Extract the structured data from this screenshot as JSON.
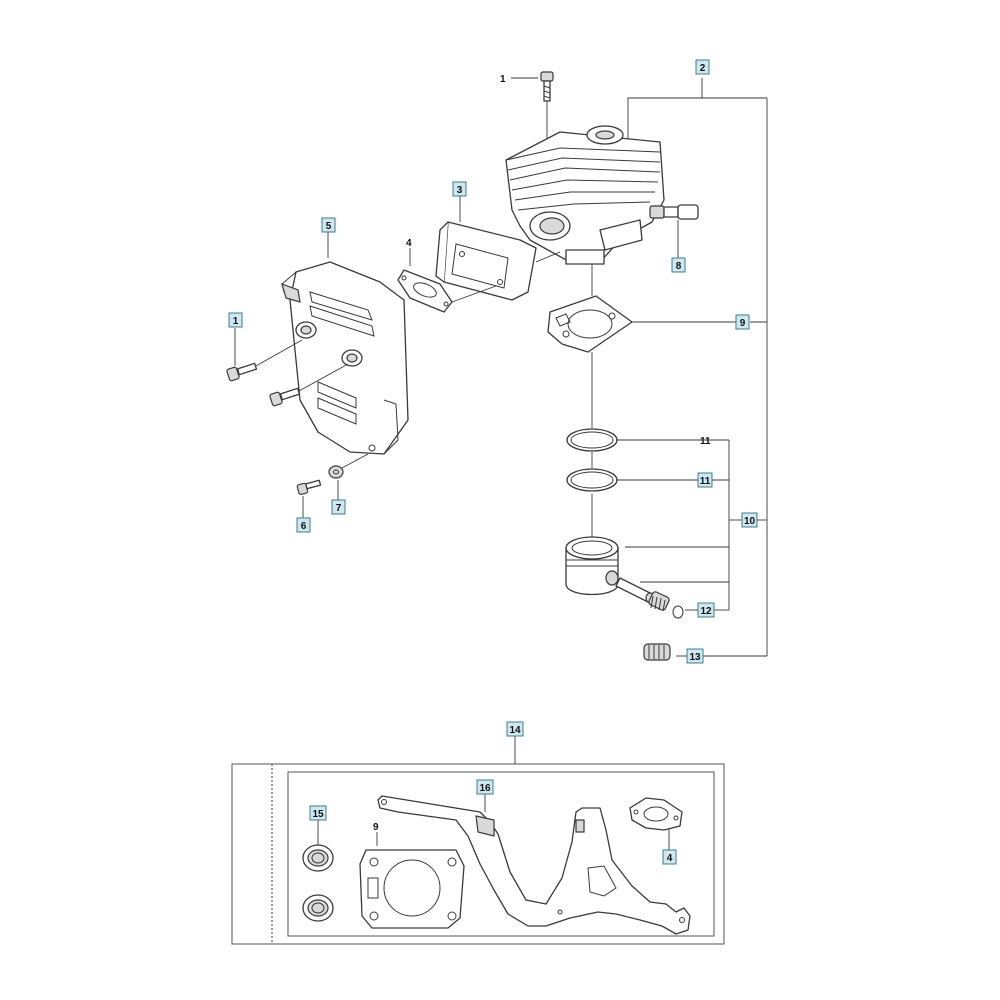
{
  "callouts": {
    "c1_top": "1",
    "c2": "2",
    "c3": "3",
    "c4_gasket": "4",
    "c5": "5",
    "c1_left": "1",
    "c6": "6",
    "c7": "7",
    "c8": "8",
    "c9": "9",
    "c10": "10",
    "c11_a": "11",
    "c11_b": "11",
    "c12": "12",
    "c13": "13",
    "c14": "14",
    "c15": "15",
    "c16": "16",
    "c9_kit": "9",
    "c4_kit": "4"
  },
  "colors": {
    "callout_fill": "#cfe8ee",
    "callout_border": "#2a6f88",
    "line": "#3a3a3a"
  }
}
